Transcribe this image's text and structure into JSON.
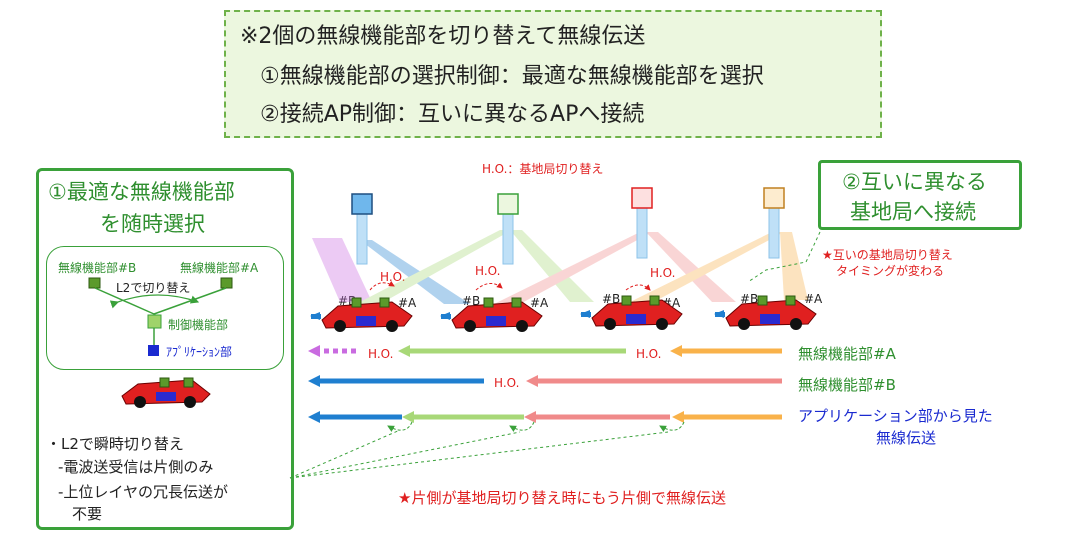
{
  "title": {
    "line1": "※2個の無線機能部を切り替えて無線伝送",
    "line2": "①無線機能部の選択制御：最適な無線機能部を選択",
    "line3": "②接続AP制御：互いに異なるAPへ接続"
  },
  "left_panel": {
    "heading1": "①最適な無線機能部",
    "heading2": "を随時選択",
    "unit_b": "無線機能部#B",
    "unit_a": "無線機能部#A",
    "switch_label": "L2で切り替え",
    "control_unit": "制御機能部",
    "app_unit": "ｱﾌﾟﾘｹｰｼｮﾝ部",
    "bullet1": "・L2で瞬時切り替え",
    "bullet2": "-電波送受信は片側のみ",
    "bullet3": "-上位レイヤの冗長伝送が",
    "bullet4": "不要"
  },
  "right_panel": {
    "line1": "②互いに異なる",
    "line2": "基地局へ接続"
  },
  "handover_title": "H.O.：基地局切り替え",
  "ho_label": "H.O.",
  "tag_b": "#B",
  "tag_a": "#A",
  "timing_note1": "★互いの基地局切り替え",
  "timing_note2": "タイミングが変わる",
  "row_labels": {
    "unit_a": "無線機能部#A",
    "unit_b": "無線機能部#B",
    "app_view1": "アプリケーション部から見た",
    "app_view2": "無線伝送"
  },
  "bottom_note": "★片側が基地局切り替え時にもう片側で無線伝送",
  "colors": {
    "green": "#3aa13a",
    "light_green": "#a8d878",
    "blue": "#1f7fd0",
    "pink": "#f08a8a",
    "orange": "#f9b24a",
    "violet": "#c96be0",
    "red": "#e02020",
    "navy": "#1a2ad0"
  }
}
